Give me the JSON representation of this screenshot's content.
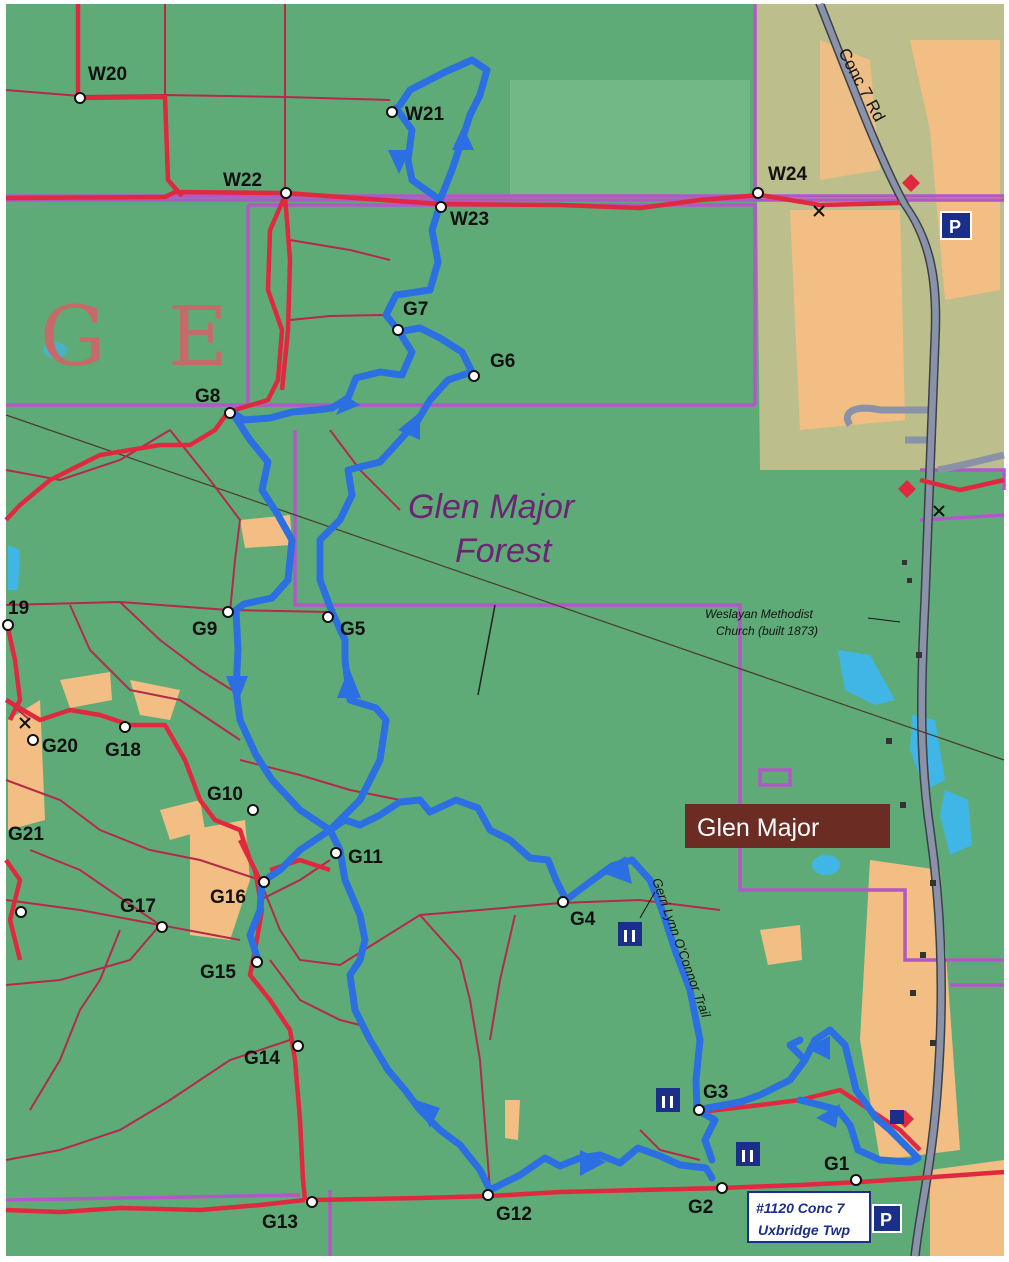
{
  "map": {
    "big_letters": [
      "G",
      "E"
    ],
    "forest_name": [
      "Glen Major",
      "Forest"
    ],
    "road_name": "Conc 7 Rd",
    "church_label": [
      "Weslayan Methodist",
      "Church (built 1873)"
    ],
    "village_name": "Glen Major",
    "trail_name": "Gerri Lynn O'Connor Trail",
    "address": [
      "#1120 Conc 7",
      "Uxbridge Twp"
    ],
    "parking_symbol": "P",
    "waypoints": [
      "W20",
      "W21",
      "W22",
      "W23",
      "W24",
      "G7",
      "G6",
      "G8",
      "G9",
      "G5",
      "19",
      "G20",
      "G18",
      "G10",
      "G21",
      "G11",
      "G16",
      "G17",
      "G4",
      "G15",
      "G14",
      "G3",
      "G1",
      "G13",
      "G12",
      "G2"
    ]
  },
  "colors": {
    "forest_green": "#5fab78",
    "open_field": "#f2be84",
    "red_trail": "#e0293f",
    "blue_route": "#2c6fe3",
    "boundary_purple": "#b257c7",
    "road_gray": "#8a92a8",
    "water_blue": "#3fb6e6"
  },
  "icons": [
    "parking-icon",
    "washroom-icon",
    "direction-arrow-icon",
    "trail-junction-marker"
  ]
}
